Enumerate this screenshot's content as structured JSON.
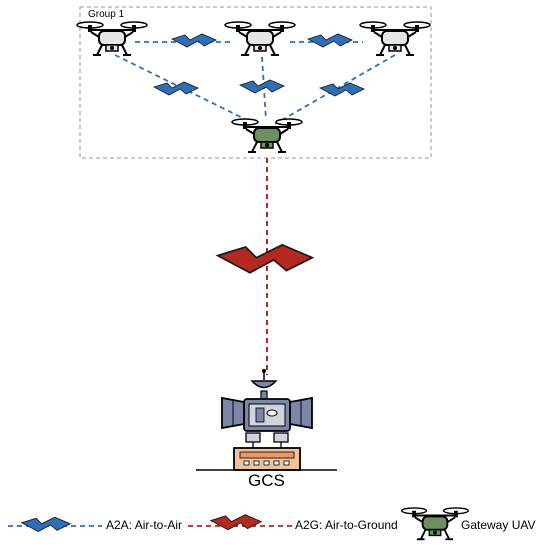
{
  "group": {
    "label": "Group 1"
  },
  "gcs": {
    "label": "GCS"
  },
  "legend": {
    "a2a": "A2A: Air-to-Air",
    "a2g": "A2G: Air-to-Ground",
    "gateway": "Gateway UAV"
  },
  "colors": {
    "air_to_air": "#2f6fba",
    "air_to_ground": "#b22a1f",
    "uav_body": "#e6e6e6",
    "gateway_body": "#6f8f62",
    "gcs_body": "#7c87a8",
    "gcs_panel": "#f0c29a"
  }
}
